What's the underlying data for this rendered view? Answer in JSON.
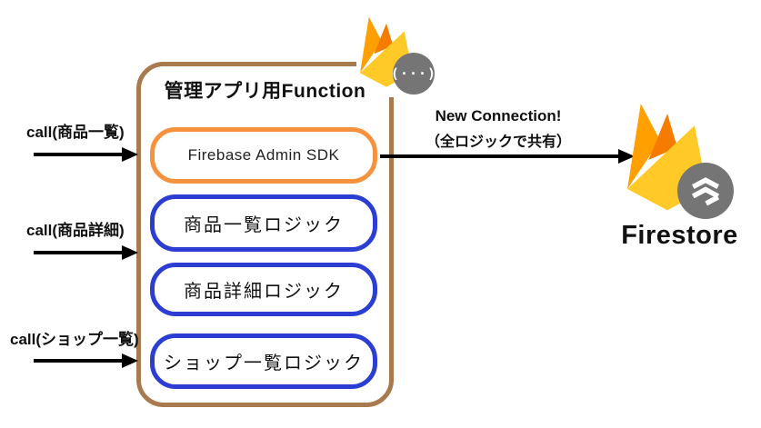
{
  "function_box": {
    "title": "管理アプリ用Function",
    "sdk_label": "Firebase Admin SDK",
    "logic_boxes": [
      {
        "label": "商品一覧ロジック"
      },
      {
        "label": "商品詳細ロジック"
      },
      {
        "label": "ショップ一覧ロジック"
      }
    ]
  },
  "calls": [
    {
      "label": "call(商品一覧)"
    },
    {
      "label": "call(商品詳細)"
    },
    {
      "label": "call(ショップ一覧)"
    }
  ],
  "connection": {
    "line1": "New Connection!",
    "line2": "（全ロジックで共有）"
  },
  "firestore": {
    "label": "Firestore"
  },
  "functions_badge": {
    "glyph": "(···)"
  },
  "icons": {
    "firebase_flame": "firebase-flame-icon",
    "functions_badge": "cloud-functions-icon",
    "firestore_badge": "firestore-layers-icon"
  },
  "colors": {
    "container_border": "#a87a4e",
    "sdk_border": "#f6923d",
    "logic_border": "#2c3ed2",
    "arrow": "#000000",
    "firebase_yellow": "#FFCA28",
    "firebase_amber": "#FFA000",
    "firebase_orange": "#F57C00",
    "badge_gray": "#757575",
    "text": "#111111"
  }
}
